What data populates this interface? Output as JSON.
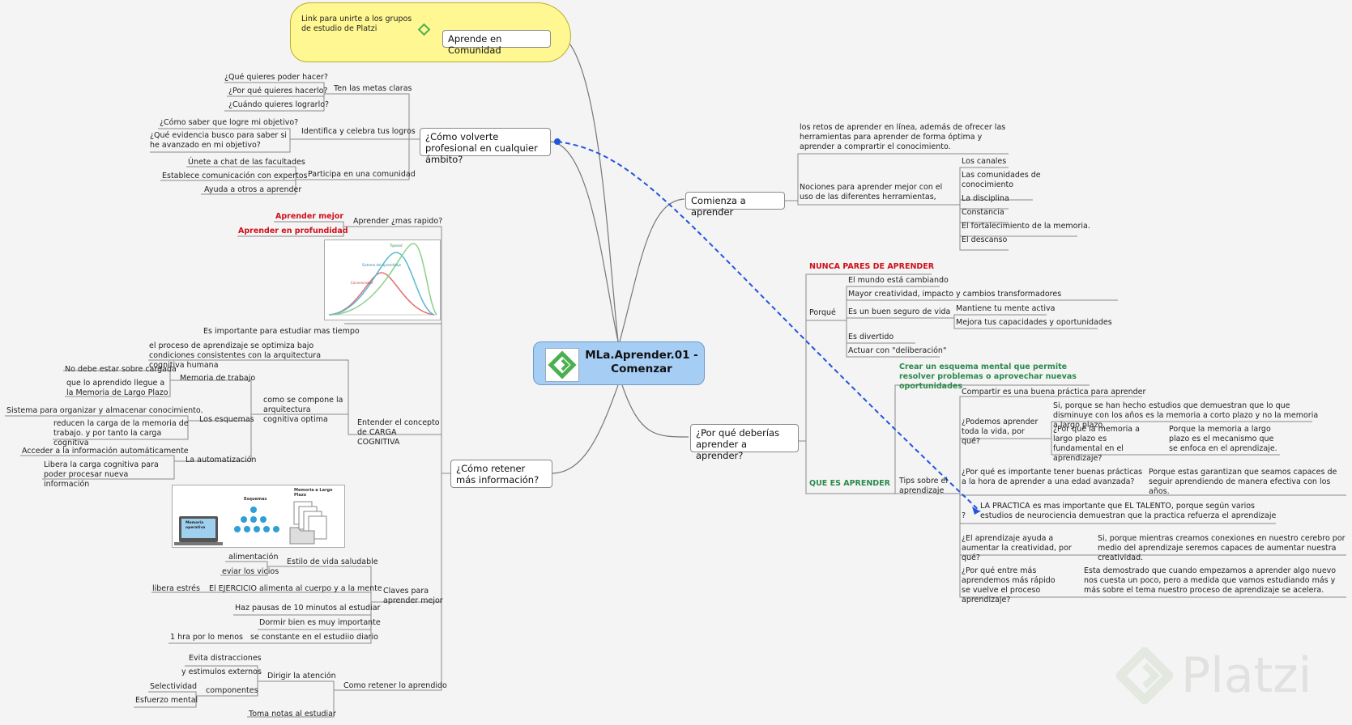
{
  "center": {
    "title": "MLa.Aprender.01 - Comenzar",
    "color": "#a6cdf4"
  },
  "comunidad": {
    "branch": "Aprende en Comunidad",
    "link": "Link para unirte a los grupos de estudio de Platzi",
    "cloud_color": "#fff791"
  },
  "profesional": {
    "branch": "¿Cómo volverte profesional en cualquier ámbito?",
    "metas": "Ten las metas claras",
    "metas_items": [
      "¿Qué quieres poder hacer?",
      "¿Por qué quieres hacerlo?",
      "¿Cuándo quieres lograrlo?"
    ],
    "logros": "Identifica y celebra tus logros",
    "logros_items": [
      "¿Cómo saber que logre mi objetivo?",
      "¿Qué evidencia busco para saber si he avanzado en mi objetivo?"
    ],
    "comunidad": "Participa en una comunidad",
    "comunidad_items": [
      "Únete a chat de las facultades",
      "Establece comunicación con expertos",
      "Ayuda a otros a aprender"
    ]
  },
  "retener": {
    "branch": "¿Cómo retener más información?",
    "rapido": "Aprender ¿mas rapido?",
    "mejor": "Aprender mejor",
    "profundidad": "Aprender en profundidad",
    "chart_legend": [
      "Tiposed",
      "Sistema del aprendizaje",
      "Convencional"
    ],
    "importante": "Es importante para estudiar mas tiempo",
    "carga": "Entender el concepto de CARGA COGNITIVA",
    "proceso": "el proceso de aprendizaje se optimiza bajo condiciones consistentes con la arquitectura cognitiva humana",
    "compone": "como se compone la arquitectura cognitiva optima",
    "memoria_trabajo": "Memoria de trabajo",
    "memoria_items": [
      "No debe estar sobre cargada",
      "que lo aprendido llegue a la Memoria de Largo Plazo"
    ],
    "esquemas": "Los esquemas",
    "esquemas_items": [
      "Sistema para organizar y almacenar conocimiento.",
      "reducen la carga de la memoria de trabajo. y por tanto la carga cognitiva"
    ],
    "automatizacion": "La automatización",
    "auto_items": [
      "Acceder a la información automáticamente",
      "Libera la carga cognitiva para poder procesar nueva información"
    ],
    "diagram_labels": [
      "Esquemas",
      "Memoria a Largo Plazo",
      "Memoria operativa"
    ],
    "claves": "Claves para aprender mejor",
    "vida": "Estilo de vida saludable",
    "vida_items": [
      "alimentación",
      "eviar los vicios"
    ],
    "ejercicio": "El EJERCICIO alimenta al cuerpo y a la mente",
    "estres": "libera estrés",
    "pausas": "Haz pausas de 10 minutos  al estudiar",
    "dormir": "Dormir bien es muy importante",
    "constante": "se constante en el estudiio diario",
    "hora": "1 hra por lo menos",
    "como": "Como retener lo aprendido",
    "atencion": "Dirigir la atención",
    "distracciones": [
      "Evita distracciones",
      "y estimulos externos"
    ],
    "componentes": "componentes",
    "comp_items": [
      "Selectividad",
      "Esfuerzo mental"
    ],
    "notas": "Toma notas al estudiar"
  },
  "comienza": {
    "branch": "Comienza a aprender",
    "retos": "los retos de aprender en línea, además de ofrecer las herramientas para aprender de forma óptima y aprender a comprartir el conocimiento.",
    "nociones": "Nociones para aprender mejor con el uso de las diferentes herramientas,",
    "items": [
      "Los canales",
      "Las comunidades de conocimiento",
      "La disciplina",
      "Constancia",
      "El fortalecimiento de la memoria.",
      "El descanso"
    ]
  },
  "porque": {
    "branch": "¿Por qué deberías aprender a aprender?",
    "nunca": "NUNCA PARES DE APRENDER",
    "porque": "Porqué",
    "razones": [
      "El mundo está cambiando",
      "Mayor creatividad, impacto y cambios transformadores",
      "Es un buen seguro de vida",
      "Es divertido",
      "Actuar con \"deliberación\""
    ],
    "seguro_items": [
      "Mantiene tu mente activa",
      "Mejora tus capacidades y oportunidades"
    ],
    "que_es": "QUE ES APRENDER",
    "definicion": "Crear un esquema mental que permite resolver problemas o aprovechar nuevas oportunidades",
    "tips": "Tips sobre el aprendizaje",
    "compartir": "Compartir es una buena práctica para aprender",
    "q1": "¿Podemos aprender toda la vida, por qué?",
    "a1": "Si, porque se han hecho estudios que demuestran que lo que disminuye con los años es la memoria a corto plazo y no la memoria a largo plazo.",
    "q1b": "¿Por qué la memoria a largo plazo es fundamental en el aprendizaje?",
    "a1b": "Porque la memoria a largo plazo es el mecanismo que se enfoca en el aprendizaje.",
    "q2": "¿Por qué es importante tener buenas prácticas a la hora de aprender a una edad avanzada?",
    "a2": "Porque estas garantizan que seamos capaces de seguir aprendiendo de manera efectiva con los años.",
    "q3": "?",
    "a3": "LA PRACTICA es mas importante que EL TALENTO, porque según varios estudios de neurociencia demuestran que la practica refuerza el aprendizaje",
    "q4": "¿El aprendizaje ayuda a aumentar la creatividad, por qué?",
    "a4": "Si, porque mientras creamos conexiones en nuestro cerebro por medio del aprendizaje seremos capaces de aumentar nuestra creatividad.",
    "q5": "¿Por qué entre más aprendemos más rápido se vuelve el proceso aprendizaje?",
    "a5": "Esta demostrado que cuando empezamos a aprender algo nuevo nos cuesta un poco, pero a medida que vamos estudiando más y más sobre el tema nuestro proceso de aprendizaje se acelera."
  },
  "watermark": "Platzi",
  "colors": {
    "line": "#666666",
    "link": "#2255dd",
    "red": "#d0101a",
    "green": "#2a8a4a",
    "logo": "#4caf50"
  }
}
